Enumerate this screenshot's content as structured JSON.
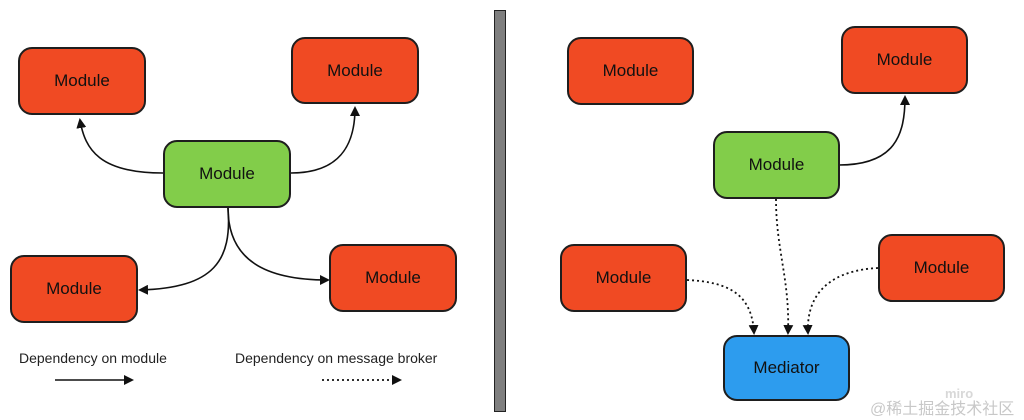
{
  "left": {
    "nodes": {
      "top_left": "Module",
      "top_right": "Module",
      "center": "Module",
      "bottom_left": "Module",
      "bottom_right": "Module"
    }
  },
  "right": {
    "nodes": {
      "top_left": "Module",
      "top_right": "Module",
      "center": "Module",
      "bottom_left": "Module",
      "bottom_right": "Module",
      "mediator": "Mediator"
    }
  },
  "legend": {
    "module_dependency": "Dependency on module",
    "broker_dependency": "Dependency on message broker"
  },
  "watermark": "@稀土掘金技术社区",
  "miro": "miro",
  "colors": {
    "module": "#f04a23",
    "central_module": "#82cd4a",
    "mediator": "#2d9cee",
    "divider": "#7f7f7f"
  }
}
